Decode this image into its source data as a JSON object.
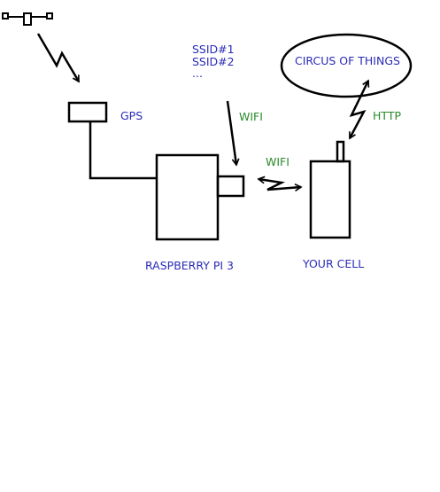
{
  "labels": {
    "ssid_1": "SSID#1",
    "ssid_2": "SSID#2",
    "ssid_more": "...",
    "gps": "GPS",
    "wifi_ssid": "WIFI",
    "wifi_link": "WIFI",
    "http": "HTTP",
    "cloud": "CIRCUS OF THINGS",
    "raspberry": "RASPBERRY PI 3",
    "phone": "YOUR CELL"
  },
  "colors": {
    "stroke": "#000000",
    "blue_text": "#2b2bb8",
    "green_text": "#2a8a2a"
  },
  "icons": {
    "satellite": "satellite-icon"
  }
}
